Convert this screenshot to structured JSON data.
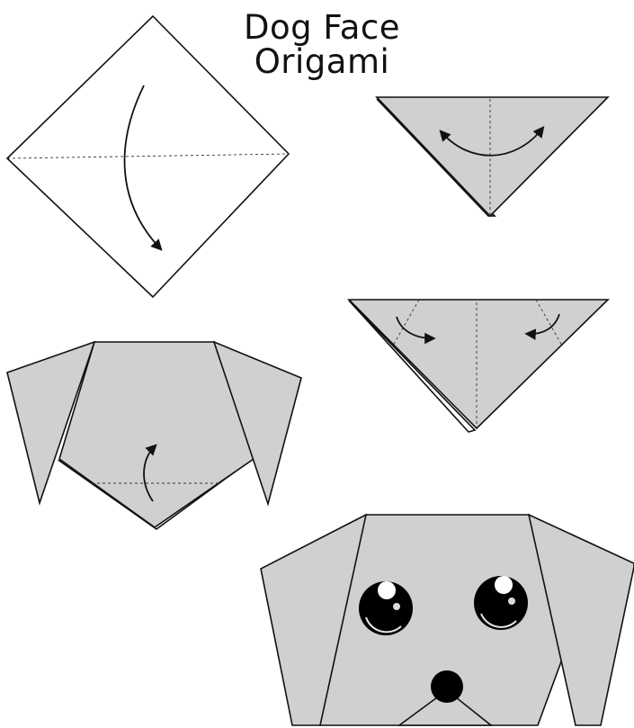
{
  "title": {
    "line1": "Dog Face",
    "line2": "Origami"
  },
  "colors": {
    "paper_fill": "#d0d0d0",
    "paper_white": "#ffffff",
    "outline": "#111111",
    "eye": "#000000",
    "nose": "#000000"
  },
  "steps": [
    {
      "name": "step-1-square",
      "instruction_icon": "fold-down-arrow"
    },
    {
      "name": "step-2-triangle",
      "instruction_icon": "fold-both-sides-arrow"
    },
    {
      "name": "step-3-triangle-folds",
      "instruction_icon": "fold-corners-inward-arrows"
    },
    {
      "name": "step-4-ears-down",
      "instruction_icon": "fold-up-arrow"
    },
    {
      "name": "step-5-finished-face",
      "instruction_icon": "face-eyes-nose"
    }
  ]
}
